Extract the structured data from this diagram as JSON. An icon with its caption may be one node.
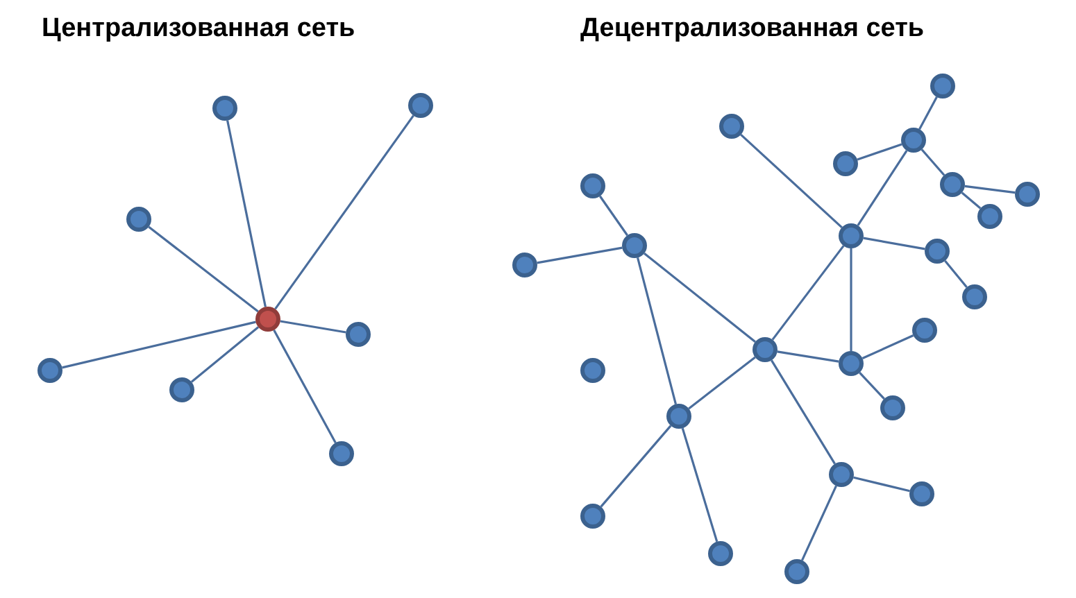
{
  "diagram": {
    "nodes": [
      {
        "text": [],
        "shape": "circle"
      },
      {
        "text": [],
        "shape": "circle"
      },
      {
        "text": [],
        "shape": "circle"
      },
      {
        "text": [],
        "shape": "circle"
      },
      {
        "text": [],
        "shape": "circle"
      },
      {
        "text": [],
        "shape": "circle"
      },
      {
        "text": [],
        "shape": "circle"
      },
      {
        "text": [],
        "shape": "circle"
      },
      {
        "text": [],
        "shape": "circle"
      },
      {
        "text": [],
        "shape": "circle"
      },
      {
        "text": [],
        "shape": "circle"
      },
      {
        "text": [],
        "shape": "circle"
      },
      {
        "text": [],
        "shape": "circle"
      },
      {
        "text": [],
        "shape": "circle"
      },
      {
        "text": [],
        "shape": "circle"
      },
      {
        "text": [],
        "shape": "circle"
      },
      {
        "text": [],
        "shape": "circle"
      },
      {
        "text": [],
        "shape": "circle"
      },
      {
        "text": [],
        "shape": "circle"
      },
      {
        "text": [],
        "shape": "circle"
      },
      {
        "text": [],
        "shape": "circle"
      },
      {
        "text": [],
        "shape": "circle"
      },
      {
        "text": [],
        "shape": "circle"
      },
      {
        "text": [],
        "shape": "circle"
      },
      {
        "text": [],
        "shape": "circle"
      },
      {
        "text": [],
        "shape": "circle"
      },
      {
        "text": [],
        "shape": "circle"
      },
      {
        "text": [],
        "shape": "circle"
      },
      {
        "text": [],
        "shape": "circle"
      },
      {
        "text": [],
        "shape": "circle"
      },
      {
        "text": [],
        "shape": "circle"
      },
      {
        "text": [],
        "shape": "circle"
      }
    ],
    "edges": [
      {
        "from": 4,
        "to": 0,
        "arrow": "none"
      },
      {
        "from": 4,
        "to": 1,
        "arrow": "none"
      },
      {
        "from": 4,
        "to": 2,
        "arrow": "none"
      },
      {
        "from": 4,
        "to": 3,
        "arrow": "none"
      },
      {
        "from": 4,
        "to": 5,
        "arrow": "none"
      },
      {
        "from": 4,
        "to": 6,
        "arrow": "none"
      },
      {
        "from": 4,
        "to": 7,
        "arrow": "none"
      },
      {
        "from": 12,
        "to": 9,
        "arrow": "none"
      },
      {
        "from": 12,
        "to": 8,
        "arrow": "none"
      },
      {
        "from": 12,
        "to": 16,
        "arrow": "none"
      },
      {
        "from": 12,
        "to": 13,
        "arrow": "none"
      },
      {
        "from": 16,
        "to": 13,
        "arrow": "none"
      },
      {
        "from": 16,
        "to": 20,
        "arrow": "none"
      },
      {
        "from": 20,
        "to": 21,
        "arrow": "none"
      },
      {
        "from": 16,
        "to": 21,
        "arrow": "none"
      },
      {
        "from": 16,
        "to": 18,
        "arrow": "none"
      },
      {
        "from": 20,
        "to": 23,
        "arrow": "none"
      },
      {
        "from": 20,
        "to": 15,
        "arrow": "none"
      },
      {
        "from": 20,
        "to": 26,
        "arrow": "none"
      },
      {
        "from": 26,
        "to": 29,
        "arrow": "none"
      },
      {
        "from": 23,
        "to": 19,
        "arrow": "none"
      },
      {
        "from": 23,
        "to": 27,
        "arrow": "none"
      },
      {
        "from": 23,
        "to": 28,
        "arrow": "none"
      },
      {
        "from": 28,
        "to": 31,
        "arrow": "none"
      },
      {
        "from": 28,
        "to": 30,
        "arrow": "none"
      },
      {
        "from": 21,
        "to": 25,
        "arrow": "none"
      },
      {
        "from": 21,
        "to": 22,
        "arrow": "none"
      },
      {
        "from": 13,
        "to": 11,
        "arrow": "none"
      },
      {
        "from": 13,
        "to": 14,
        "arrow": "none"
      },
      {
        "from": 18,
        "to": 24,
        "arrow": "none"
      },
      {
        "from": 18,
        "to": 17,
        "arrow": "none"
      }
    ],
    "labels": [
      "Централизованная сеть",
      "Децентрализованная сеть"
    ]
  }
}
